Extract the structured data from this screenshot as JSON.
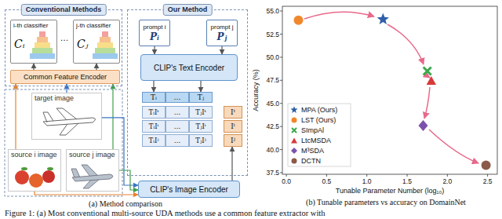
{
  "diagram": {
    "caption": "Figure 1: (a) Most conventional multi-source UDA methods use a common feature extractor with",
    "nodes": [
      {
        "text": [
          "Conventional Methods"
        ]
      },
      {
        "text": [
          "i-th classifier",
          "Cᵢ"
        ],
        "in": 0
      },
      {
        "text": [
          "j-th classifier",
          "Cⱼ"
        ],
        "in": 0
      },
      {
        "text": [
          "Common Feature Encoder"
        ],
        "in": 0
      },
      {
        "text": [
          "Our Method"
        ]
      },
      {
        "text": [
          "prompt i",
          "Pᵢ"
        ],
        "in": 4
      },
      {
        "text": [
          "prompt j",
          "Pⱼ"
        ],
        "in": 4
      },
      {
        "text": [
          "CLIP's Text Encoder"
        ],
        "in": 4
      },
      {
        "text": [
          "Tᵢ"
        ],
        "in": 4
      },
      {
        "text": [
          "…"
        ],
        "in": 4
      },
      {
        "text": [
          "Tⱼ"
        ],
        "in": 4
      },
      {
        "text": [
          "TᵢIᵗ"
        ],
        "in": 4
      },
      {
        "text": [
          "…"
        ],
        "in": 4
      },
      {
        "text": [
          "TⱼIᵗ"
        ],
        "in": 4
      },
      {
        "text": [
          "TᵢIⁱ"
        ],
        "in": 4
      },
      {
        "text": [
          "…"
        ],
        "in": 4
      },
      {
        "text": [
          "TⱼIⁱ"
        ],
        "in": 4
      },
      {
        "text": [
          "TᵢIʲ"
        ],
        "in": 4
      },
      {
        "text": [
          "…"
        ],
        "in": 4
      },
      {
        "text": [
          "TⱼIʲ"
        ],
        "in": 4
      },
      {
        "text": [
          "Iᵗ"
        ],
        "in": 4
      },
      {
        "text": [
          "Iⁱ"
        ],
        "in": 4
      },
      {
        "text": [
          "Iʲ"
        ],
        "in": 4
      },
      {
        "text": [
          "target image"
        ]
      },
      {
        "text": [
          "source i image"
        ]
      },
      {
        "text": [
          "source j image"
        ]
      },
      {
        "text": [
          "CLIP's Image Encoder"
        ]
      }
    ],
    "edges": [
      {
        "from": 3,
        "to": 1,
        "arrow": "to"
      },
      {
        "from": 3,
        "to": 2,
        "arrow": "to"
      },
      {
        "from": 23,
        "to": 3,
        "arrow": "to"
      },
      {
        "from": 24,
        "to": 3,
        "arrow": "to"
      },
      {
        "from": 25,
        "to": 3,
        "arrow": "to"
      },
      {
        "from": 23,
        "to": 26,
        "arrow": "to"
      },
      {
        "from": 24,
        "to": 26,
        "arrow": "to"
      },
      {
        "from": 25,
        "to": 26,
        "arrow": "to"
      },
      {
        "from": 5,
        "to": 7,
        "arrow": "to"
      },
      {
        "from": 6,
        "to": 7,
        "arrow": "to"
      },
      {
        "from": 7,
        "to": 8,
        "arrow": "to"
      },
      {
        "from": 7,
        "to": 10,
        "arrow": "to"
      },
      {
        "from": 26,
        "to": 22,
        "arrow": "to"
      }
    ],
    "labels": [
      "…",
      "(a) Method comparison",
      "Accuracy (%)",
      "37.5",
      "40.0",
      "42.5",
      "45.0",
      "47.5",
      "50.0",
      "52.5",
      "55.0",
      "0.0",
      "0.5",
      "1.0",
      "1.5",
      "2.0",
      "2.5",
      "Tunable Parameter Number (log₁₀)",
      "(b) Tunable parameters vs accuracy on DomainNet"
    ],
    "legend": [
      {
        "text": "MPA (Ours)"
      },
      {
        "text": "LST (Ours)"
      },
      {
        "text": "SImpAl"
      },
      {
        "text": "LtcMSDA"
      },
      {
        "text": "M³SDA"
      },
      {
        "text": "DCTN"
      }
    ]
  }
}
